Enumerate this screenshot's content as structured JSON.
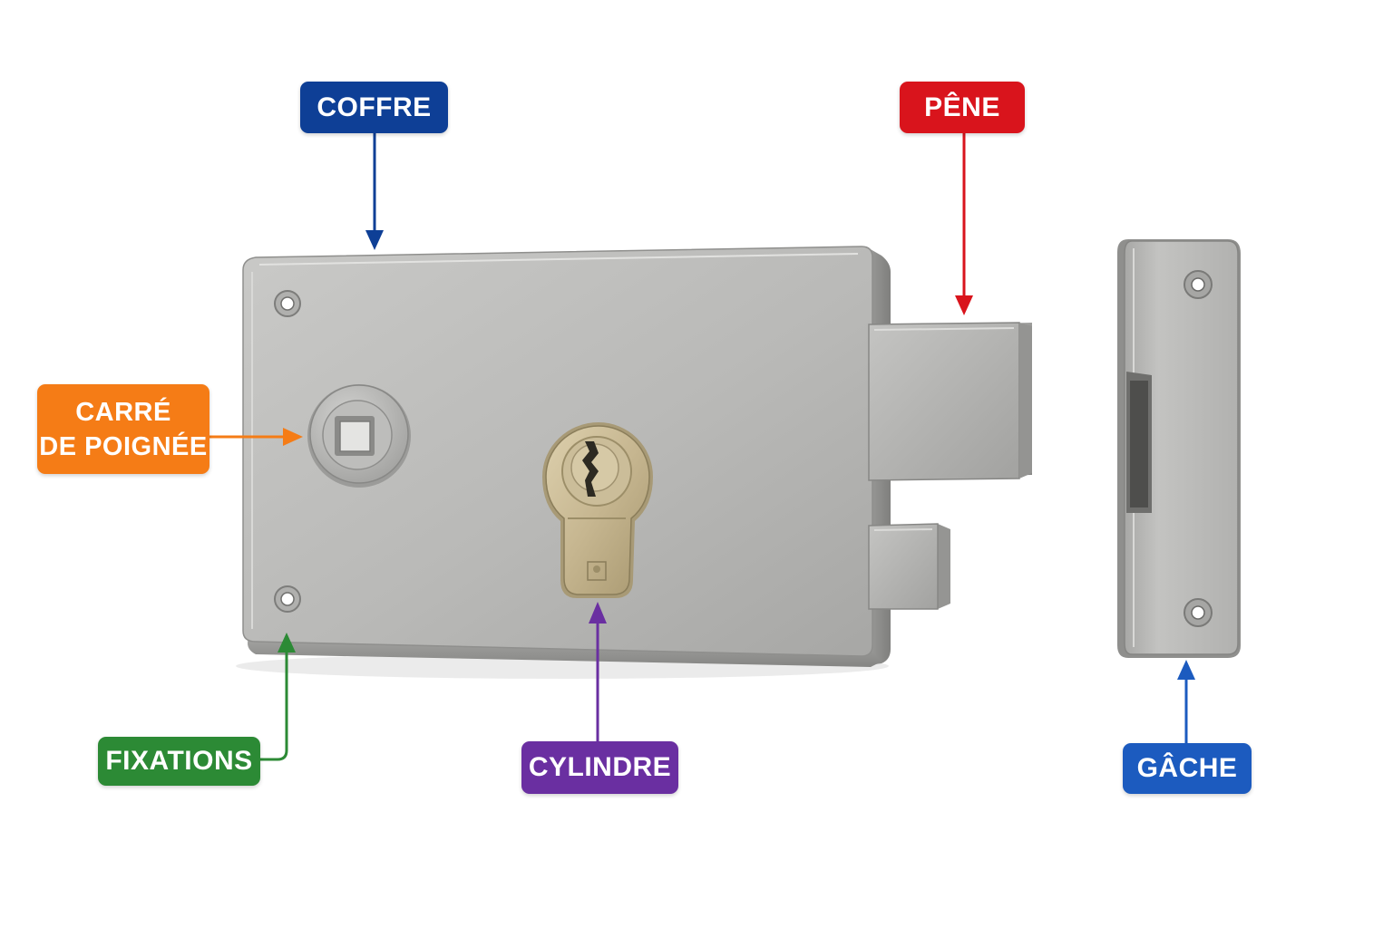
{
  "labels": {
    "coffre": {
      "text": "COFFRE",
      "color": "#0e3f96"
    },
    "pene": {
      "text": "PÊNE",
      "color": "#d9141c"
    },
    "carre": {
      "line1": "CARRÉ",
      "line2": "DE POIGNÉE",
      "color": "#f57c16"
    },
    "fixations": {
      "text": "FIXATIONS",
      "color": "#2c8a35"
    },
    "cylindre": {
      "text": "CYLINDRE",
      "color": "#6a2fa1"
    },
    "gache": {
      "text": "GÂCHE",
      "color": "#1c5bbf"
    }
  },
  "colors": {
    "steel_light": "#c5c5c3",
    "steel_mid": "#adadab",
    "steel_dark": "#8c8c8a",
    "brass": "#c9b995"
  }
}
